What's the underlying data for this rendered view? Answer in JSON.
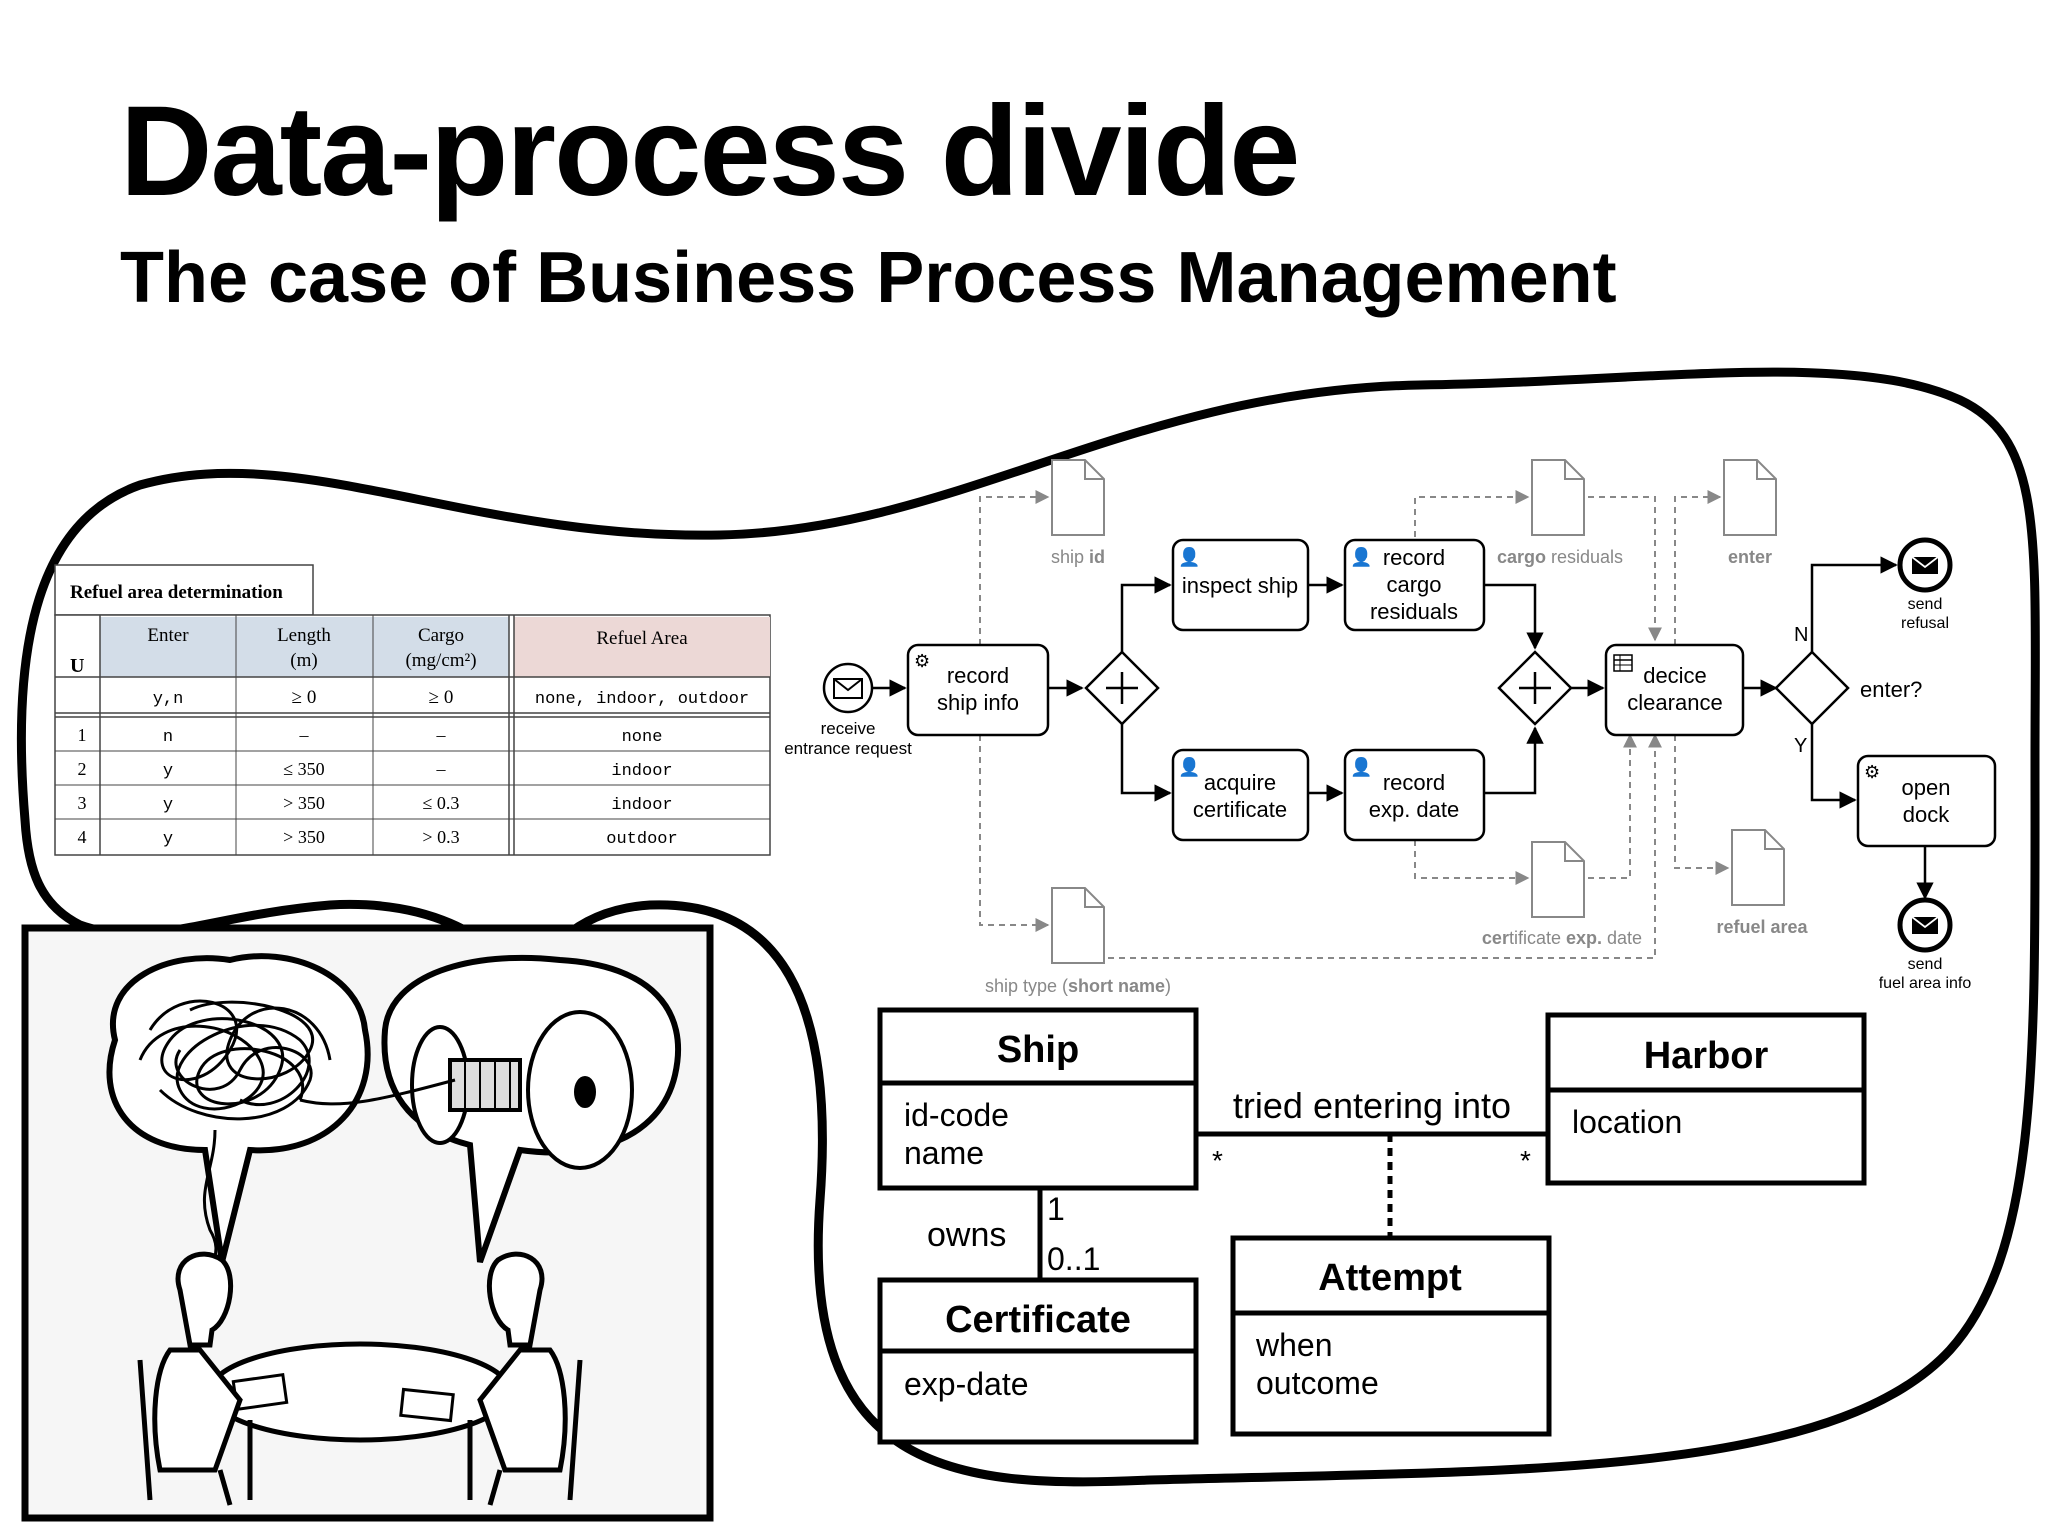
{
  "title": "Data-process divide",
  "subtitle": "The case of Business Process Management",
  "decision_table": {
    "caption": "Refuel area determination",
    "hit_policy": "U",
    "columns": [
      {
        "header": "Enter",
        "header2": "",
        "domain": "y,n"
      },
      {
        "header": "Length",
        "header2": "(m)",
        "domain": "≥ 0"
      },
      {
        "header": "Cargo",
        "header2": "(mg/cm²)",
        "domain": "≥ 0"
      },
      {
        "header": "Refuel Area",
        "header2": "",
        "domain": "none, indoor, outdoor"
      }
    ],
    "rows": [
      [
        "1",
        "n",
        "–",
        "–",
        "none"
      ],
      [
        "2",
        "y",
        "≤ 350",
        "–",
        "indoor"
      ],
      [
        "3",
        "y",
        "> 350",
        "≤ 0.3",
        "indoor"
      ],
      [
        "4",
        "y",
        "> 350",
        "> 0.3",
        "outdoor"
      ]
    ]
  },
  "bpmn": {
    "start_event": "receive entrance request",
    "start_event_line1": "receive",
    "start_event_line2": "entrance request",
    "tasks": {
      "record_ship_info": [
        "record",
        "ship info"
      ],
      "inspect_ship": [
        "inspect ship"
      ],
      "record_cargo_residuals": [
        "record",
        "cargo",
        "residuals"
      ],
      "acquire_certificate": [
        "acquire",
        "certificate"
      ],
      "record_exp_date": [
        "record",
        "exp. date"
      ],
      "decide_clearance": [
        "decice",
        "clearance"
      ],
      "open_dock": [
        "open",
        "dock"
      ]
    },
    "gateway_label": "enter?",
    "gateway_no": "N",
    "gateway_yes": "Y",
    "end_refusal": [
      "send",
      "refusal"
    ],
    "end_fuel": [
      "send",
      "fuel area info"
    ],
    "data_objects": {
      "ship_id": {
        "plain": "ship ",
        "bold": "id"
      },
      "cargo_residuals": {
        "plain": "",
        "bold": "cargo",
        "rest": " residuals"
      },
      "enter": {
        "plain": "",
        "bold": "enter"
      },
      "ship_type": {
        "plain": "ship type (",
        "bold": "short name",
        "rest": ")"
      },
      "certificate_exp_date": {
        "p1": "cer",
        "b1": "t",
        "p2": "ificate ",
        "b2": "exp.",
        "p3": " date"
      },
      "refuel_area": {
        "plain": "",
        "bold": "refuel area"
      }
    }
  },
  "uml": {
    "ship": {
      "name": "Ship",
      "attrs": [
        "id-code",
        "name"
      ]
    },
    "harbor": {
      "name": "Harbor",
      "attrs": [
        "location"
      ]
    },
    "certificate": {
      "name": "Certificate",
      "attrs": [
        "exp-date"
      ]
    },
    "attempt": {
      "name": "Attempt",
      "attrs": [
        "when",
        "outcome"
      ]
    },
    "assoc_label": "tried entering into",
    "assoc_mult_left": "*",
    "assoc_mult_right": "*",
    "owns_label": "owns",
    "owns_mult_top": "1",
    "owns_mult_bottom": "0..1"
  },
  "colors": {
    "input_header": "#d3dde8",
    "output_header": "#ecd8d6",
    "bpmn_line": "#000000",
    "data_gray": "#888888"
  }
}
